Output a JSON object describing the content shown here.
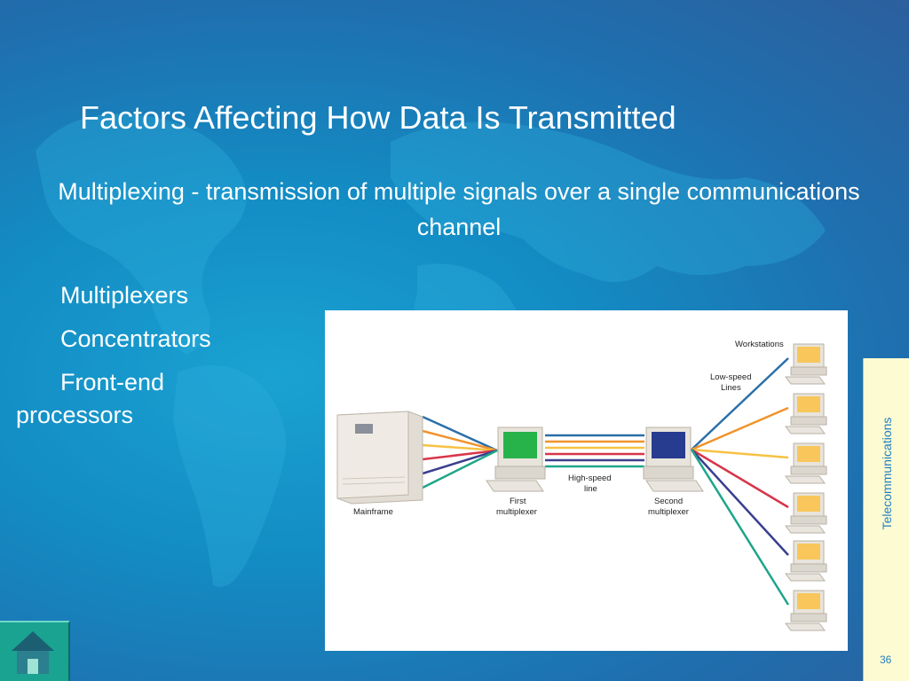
{
  "slide": {
    "title": "Factors Affecting How Data Is Transmitted",
    "subtitle": "Multiplexing - transmission of multiple signals over a single communications channel",
    "bullets": [
      "Multiplexers",
      "Concentrators",
      "Front-end"
    ],
    "bullet_continuation": "processors",
    "side_label": "Telecommunications",
    "page_number": "36"
  },
  "diagram": {
    "labels": {
      "workstations": "Workstations",
      "low_speed_1": "Low-speed",
      "low_speed_2": "Lines",
      "high_speed_1": "High-speed",
      "high_speed_2": "line",
      "mainframe": "Mainframe",
      "first_mux_1": "First",
      "first_mux_2": "multiplexer",
      "second_mux_1": "Second",
      "second_mux_2": "multiplexer"
    },
    "line_colors": [
      "#2b6fa8",
      "#f0932b",
      "#f6c244",
      "#d8354a",
      "#3a3f8f",
      "#1fa58a"
    ]
  },
  "icons": {
    "home": "home-icon"
  }
}
